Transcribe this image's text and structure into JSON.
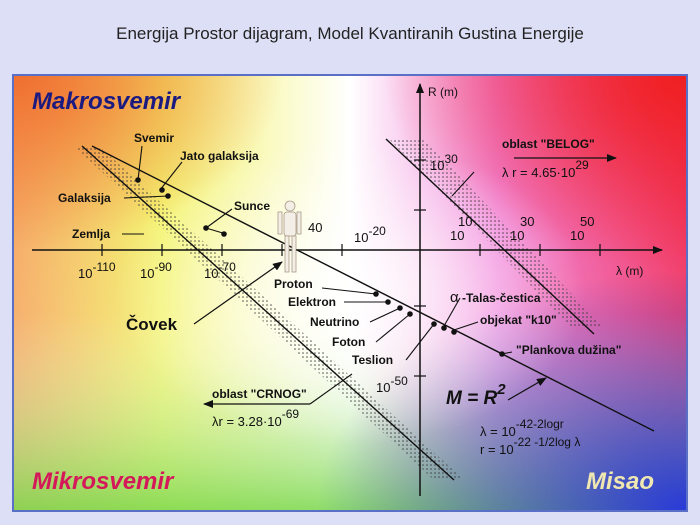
{
  "page": {
    "title": "Energija Prostor dijagram, Model Kvantiranih Gustina Energije"
  },
  "corners": {
    "top_left": "Makrosvemir",
    "bottom_left": "Mikrosvemir",
    "bottom_right": "Misao"
  },
  "axes": {
    "y_label": "R (m)",
    "x_label": "λ (m)"
  },
  "exponent_labels": {
    "x_neg110": {
      "base": "10",
      "exp": "-110"
    },
    "x_neg90": {
      "base": "10",
      "exp": "-90"
    },
    "x_neg70": {
      "base": "10",
      "exp": "-70"
    },
    "y_30": {
      "base": "10",
      "exp": "30"
    },
    "y_neg20": {
      "base": "10",
      "exp": "-20"
    },
    "y_neg50": {
      "base": "10",
      "exp": "-50"
    },
    "mid_40": "40",
    "x10": "10",
    "x30": "30",
    "x50": "50",
    "x10b": "10",
    "x10c": "10",
    "x10d": "10"
  },
  "objects": {
    "svemir": "Svemir",
    "jato": "Jato galaksija",
    "galaksija": "Galaksija",
    "sunce": "Sunce",
    "zemlja": "Zemlja",
    "covek": "Čovek",
    "proton": "Proton",
    "elektron": "Elektron",
    "neutrino": "Neutrino",
    "foton": "Foton",
    "teslion": "Teslion",
    "talas": "-Talas-čestica",
    "alpha": "α",
    "k10": "objekat \"k10\"",
    "planck": "\"Plankova dužina\""
  },
  "regions": {
    "white_label": "oblast \"BELOG\"",
    "white_formula_base": "λ r = 4.65·10",
    "white_formula_exp": "29",
    "black_label": "oblast \"CRNOG\"",
    "black_formula_base": "λr = 3.28·10",
    "black_formula_exp": "-69"
  },
  "equations": {
    "main_base": "M = R",
    "main_exp": "2",
    "lambda_base": "λ = 10",
    "lambda_exp": "-42-2logr",
    "r_base": "r = 10",
    "r_exp": "-22 -1/2log λ"
  },
  "colors": {
    "top_left_text": "#1a1a80",
    "bottom_left_text": "#d4185a",
    "bottom_right_text": "#1a1a80",
    "line": "#111111"
  }
}
